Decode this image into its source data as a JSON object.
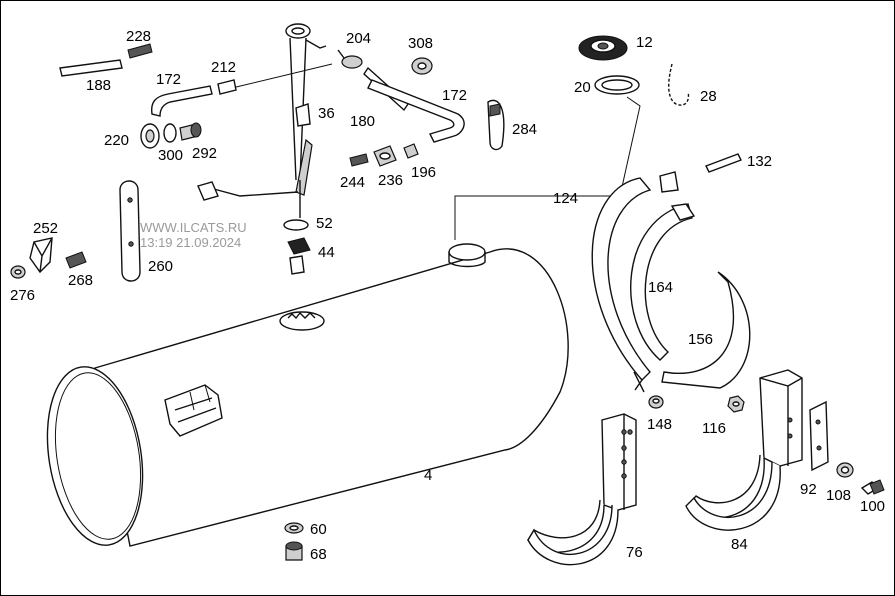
{
  "watermark": {
    "site": "WWW.ILCATS.RU",
    "timestamp": "13:19 21.09.2024"
  },
  "part_labels": [
    {
      "id": "p4",
      "text": "4"
    },
    {
      "id": "p12",
      "text": "12"
    },
    {
      "id": "p20",
      "text": "20"
    },
    {
      "id": "p28",
      "text": "28"
    },
    {
      "id": "p36",
      "text": "36"
    },
    {
      "id": "p44",
      "text": "44"
    },
    {
      "id": "p52",
      "text": "52"
    },
    {
      "id": "p60",
      "text": "60"
    },
    {
      "id": "p68",
      "text": "68"
    },
    {
      "id": "p76",
      "text": "76"
    },
    {
      "id": "p84",
      "text": "84"
    },
    {
      "id": "p92",
      "text": "92"
    },
    {
      "id": "p100",
      "text": "100"
    },
    {
      "id": "p108",
      "text": "108"
    },
    {
      "id": "p116",
      "text": "116"
    },
    {
      "id": "p124",
      "text": "124"
    },
    {
      "id": "p132",
      "text": "132"
    },
    {
      "id": "p148",
      "text": "148"
    },
    {
      "id": "p156",
      "text": "156"
    },
    {
      "id": "p164",
      "text": "164"
    },
    {
      "id": "p172a",
      "text": "172"
    },
    {
      "id": "p172b",
      "text": "172"
    },
    {
      "id": "p180",
      "text": "180"
    },
    {
      "id": "p188",
      "text": "188"
    },
    {
      "id": "p196",
      "text": "196"
    },
    {
      "id": "p204",
      "text": "204"
    },
    {
      "id": "p212",
      "text": "212"
    },
    {
      "id": "p220",
      "text": "220"
    },
    {
      "id": "p228",
      "text": "228"
    },
    {
      "id": "p236",
      "text": "236"
    },
    {
      "id": "p244",
      "text": "244"
    },
    {
      "id": "p252",
      "text": "252"
    },
    {
      "id": "p260",
      "text": "260"
    },
    {
      "id": "p268",
      "text": "268"
    },
    {
      "id": "p276",
      "text": "276"
    },
    {
      "id": "p284",
      "text": "284"
    },
    {
      "id": "p292",
      "text": "292"
    },
    {
      "id": "p300",
      "text": "300"
    },
    {
      "id": "p308",
      "text": "308"
    }
  ]
}
